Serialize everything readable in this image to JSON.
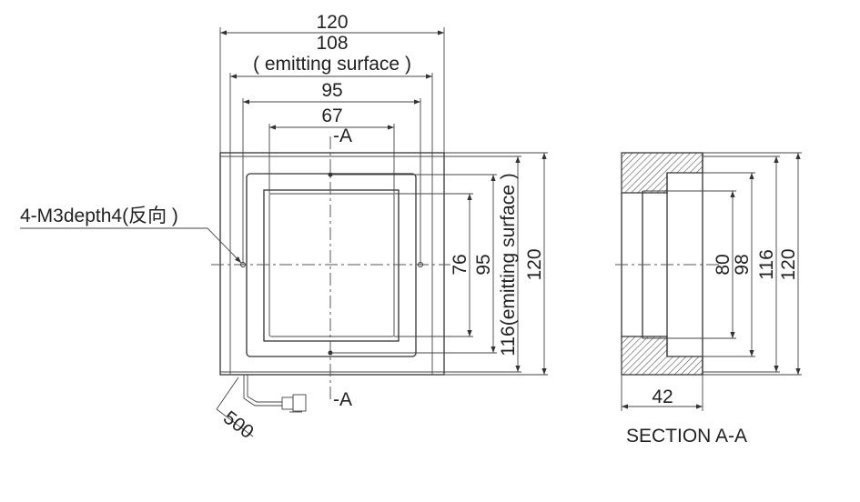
{
  "front_view": {
    "dim_width_outer": "120",
    "dim_width_emitting": "108",
    "dim_width_emitting_note": "( emitting surface )",
    "dim_hole_spacing": "95",
    "dim_inner": "67",
    "dim_height_inner": "76",
    "dim_height_holes": "95",
    "dim_height_emitting": "116(emitting surface )",
    "dim_height_outer": "120",
    "hole_callout": "4-M3depth4(反向 )",
    "section_mark_top": "-A",
    "section_mark_bottom": "-A",
    "cable_length": "500"
  },
  "section_view": {
    "dim_80": "80",
    "dim_98": "98",
    "dim_116": "116",
    "dim_120": "120",
    "dim_depth": "42",
    "title": "SECTION A-A"
  }
}
